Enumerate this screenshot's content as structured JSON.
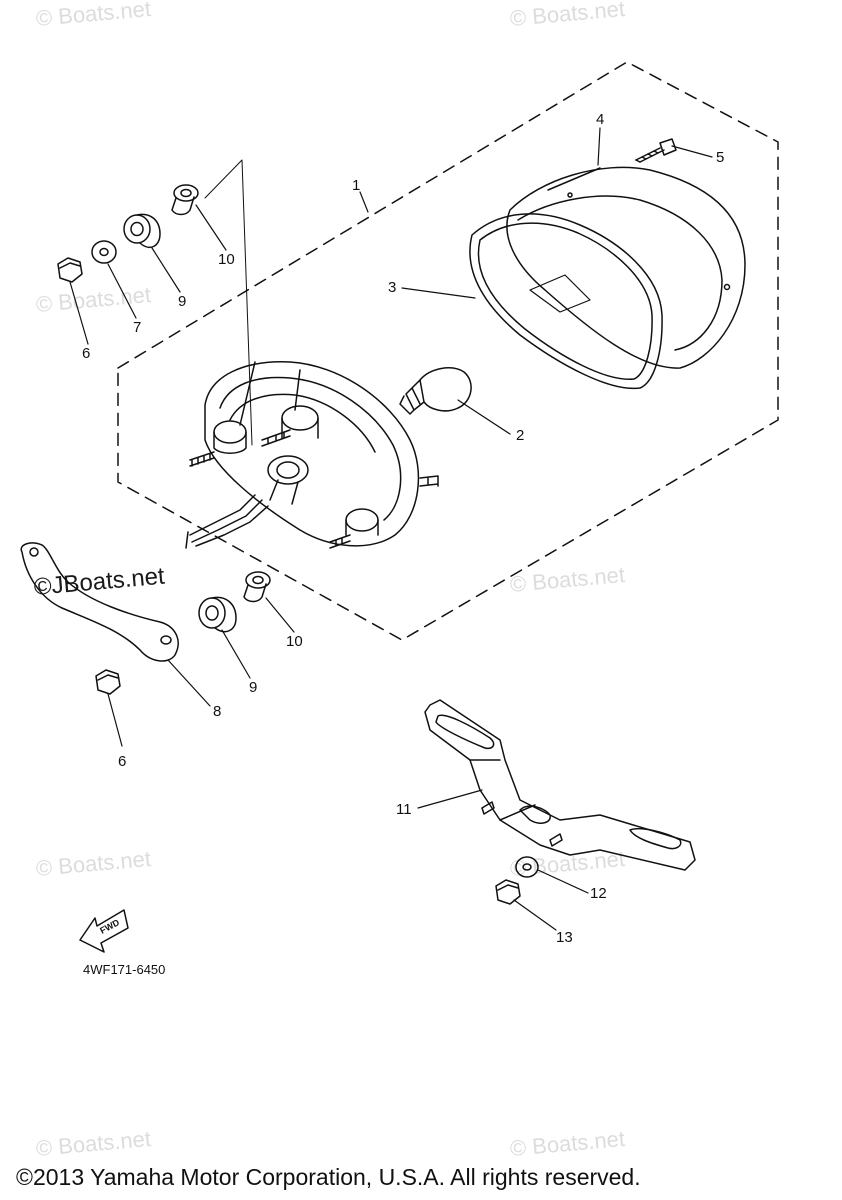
{
  "watermarks": [
    {
      "text": "© Boats.net"
    },
    {
      "text": "© Boats.net"
    },
    {
      "text": "© Boats.net"
    },
    {
      "text": "©JBoats.net"
    },
    {
      "text": "© Boats.net"
    },
    {
      "text": "© Boats.net"
    },
    {
      "text": "© Boats.net"
    },
    {
      "text": "© Boats.net"
    },
    {
      "text": "© Boats.net"
    }
  ],
  "callouts": [
    {
      "id": "c1",
      "label": "1"
    },
    {
      "id": "c2",
      "label": "2"
    },
    {
      "id": "c3",
      "label": "3"
    },
    {
      "id": "c4",
      "label": "4"
    },
    {
      "id": "c5",
      "label": "5"
    },
    {
      "id": "c6a",
      "label": "6"
    },
    {
      "id": "c6b",
      "label": "6"
    },
    {
      "id": "c7",
      "label": "7"
    },
    {
      "id": "c8",
      "label": "8"
    },
    {
      "id": "c9a",
      "label": "9"
    },
    {
      "id": "c9b",
      "label": "9"
    },
    {
      "id": "c10a",
      "label": "10"
    },
    {
      "id": "c10b",
      "label": "10"
    },
    {
      "id": "c11",
      "label": "11"
    },
    {
      "id": "c12",
      "label": "12"
    },
    {
      "id": "c13",
      "label": "13"
    }
  ],
  "fwd_label": "FWD",
  "diagram_code": "4WF171-6450",
  "copyright": "©2013 Yamaha Motor Corporation, U.S.A. All rights reserved.",
  "line_color": "#111111"
}
